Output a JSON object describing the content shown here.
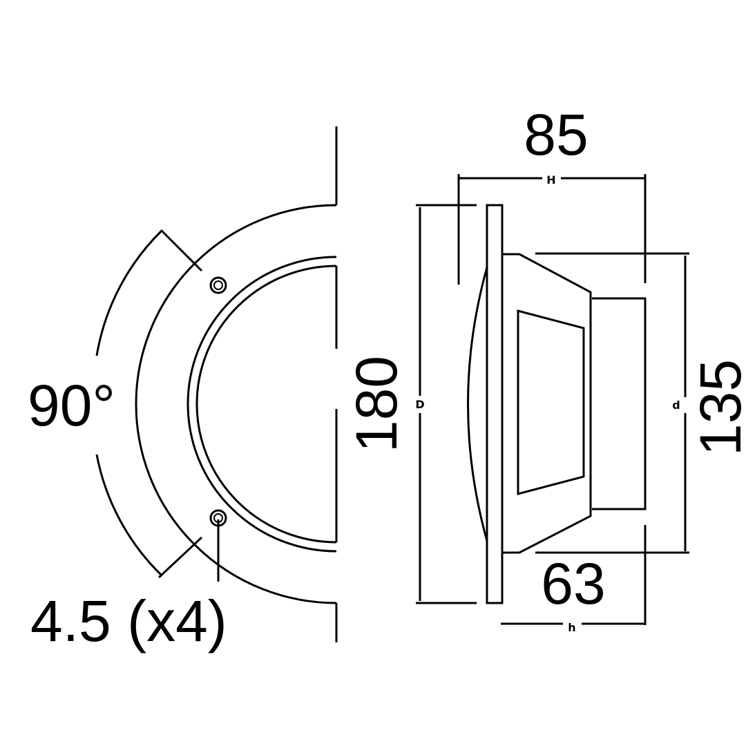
{
  "dimensions": {
    "angle": "90°",
    "hole": "4.5 (x4)",
    "outer_diameter": "180",
    "depth_total": "85",
    "cutout_diameter": "135",
    "depth_body": "63"
  },
  "letters": {
    "H": "H",
    "D": "D",
    "d": "d",
    "h": "h"
  }
}
